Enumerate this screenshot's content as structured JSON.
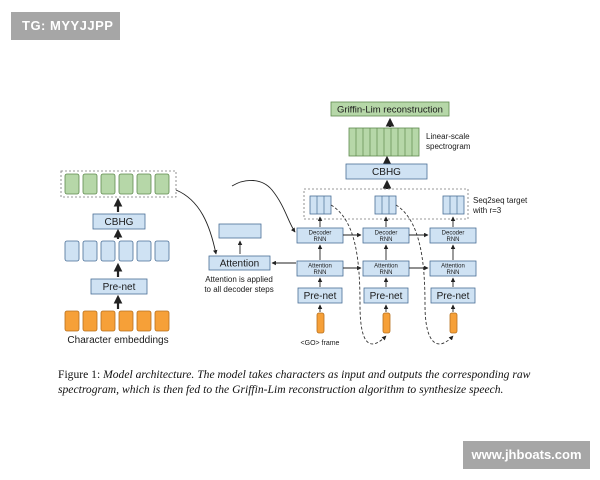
{
  "watermarks": {
    "top_left": "TG: MYYJJPP",
    "bottom_right": "www.jhboats.com"
  },
  "figure": {
    "labels": {
      "griffin_lim": "Griffin-Lim reconstruction",
      "linear_scale": "Linear-scale",
      "spectrogram": "spectrogram",
      "cbhg_decoder_side": "CBHG",
      "seq2seq_target": "Seq2seq target",
      "with_r": "with r=3",
      "cbhg_encoder_side": "CBHG",
      "prenet_encoder": "Pre-net",
      "char_embeddings": "Character embeddings",
      "attention": "Attention",
      "attention_note_1": "Attention is applied",
      "attention_note_2": "to all decoder steps",
      "decoder_rnn": [
        "Decoder",
        "RNN"
      ],
      "attention_rnn": [
        "Attention",
        "RNN"
      ],
      "prenet_decoder": "Pre-net",
      "go_frame": "<GO> frame"
    },
    "colors": {
      "green": "#b6d7a8",
      "green_border": "#5f8a4e",
      "blue": "#cfe2f3",
      "blue_border": "#4a6f96",
      "orange": "#f6a038",
      "orange_border": "#b8701e",
      "arrow": "#222222"
    }
  },
  "caption": {
    "lead": "Figure 1: ",
    "body": "Model architecture. The model takes characters as input and outputs the corresponding raw spectrogram, which is then fed to the Griffin-Lim reconstruction algorithm to synthesize speech."
  }
}
